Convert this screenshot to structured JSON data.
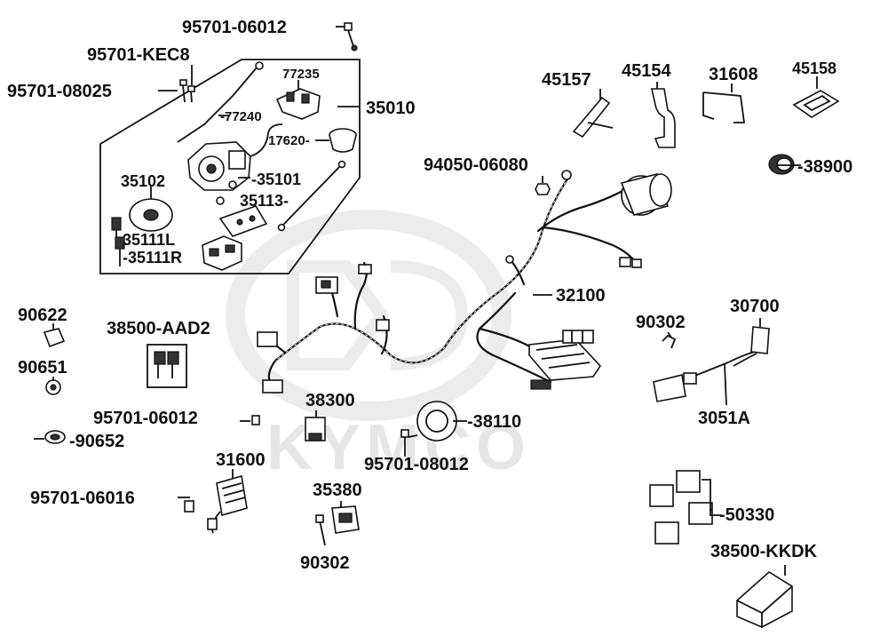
{
  "watermark": {
    "brand": "KYMCO"
  },
  "labels": {
    "p95701_06012_top": "95701-06012",
    "p95701_kec8": "95701-KEC8",
    "p95701_08025": "95701-08025",
    "p77235": "77235",
    "p35010": "35010",
    "p77240": "-77240",
    "p17620": "17620-",
    "p35101": "-35101",
    "p35102": "35102",
    "p35113": "35113-",
    "p35111l": "35111L",
    "p35111r": "-35111R",
    "p45157": "45157",
    "p45154": "45154",
    "p31608": "31608",
    "p45158": "45158",
    "p94050_06080": "94050-06080",
    "p38900": "-38900",
    "p32100": "32100",
    "p90622": "90622",
    "p38500_aad2": "38500-AAD2",
    "p90651": "90651",
    "p90302_right": "90302",
    "p30700": "30700",
    "p38300": "38300",
    "p95701_06012_mid": "95701-06012",
    "p90652": "-90652",
    "p38110": "-38110",
    "p3051a": "3051A",
    "p31600": "31600",
    "p95701_08012": "95701-08012",
    "p95701_06016": "95701-06016",
    "p35380": "35380",
    "p50330": "-50330",
    "p90302_bottom": "90302",
    "p38500_kkdk": "38500-KKDK"
  }
}
